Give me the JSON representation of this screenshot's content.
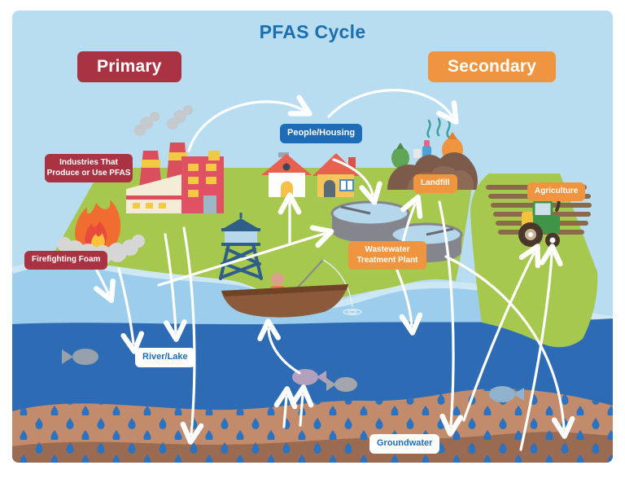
{
  "title": "PFAS Cycle",
  "legend": {
    "primary": "Primary",
    "secondary": "Secondary"
  },
  "labels": {
    "industries": "Industries That Produce or Use PFAS",
    "firefighting_foam": "Firefighting Foam",
    "people_housing": "People/Housing",
    "landfill": "Landfill",
    "wastewater": "Wastewater Treatment Plant",
    "agriculture": "Agriculture",
    "river_lake": "River/Lake",
    "groundwater": "Groundwater"
  },
  "illustrations": [
    "factory-icon",
    "houses-icon",
    "water-tower-icon",
    "fire-foam-icon",
    "landfill-pile-icon",
    "treatment-tanks-icon",
    "tractor-field-icon",
    "fishing-boat-icon",
    "fish-icon",
    "groundwater-drops-icon"
  ],
  "colors": {
    "sky": "#b8dcf0",
    "land_green": "#a7c84e",
    "shallow_water": "#9ccded",
    "shore_edge": "#cde7f5",
    "deep_water": "#2d6cb4",
    "sediment_tan": "#c28b6b",
    "sediment_brown": "#9a6a51",
    "drop_blue": "#2b73c0",
    "primary_red": "#a93342",
    "secondary_orange": "#f0953f",
    "label_blue": "#1e6cb5",
    "title_blue": "#1b6fae",
    "arrow": "#ffffff"
  }
}
